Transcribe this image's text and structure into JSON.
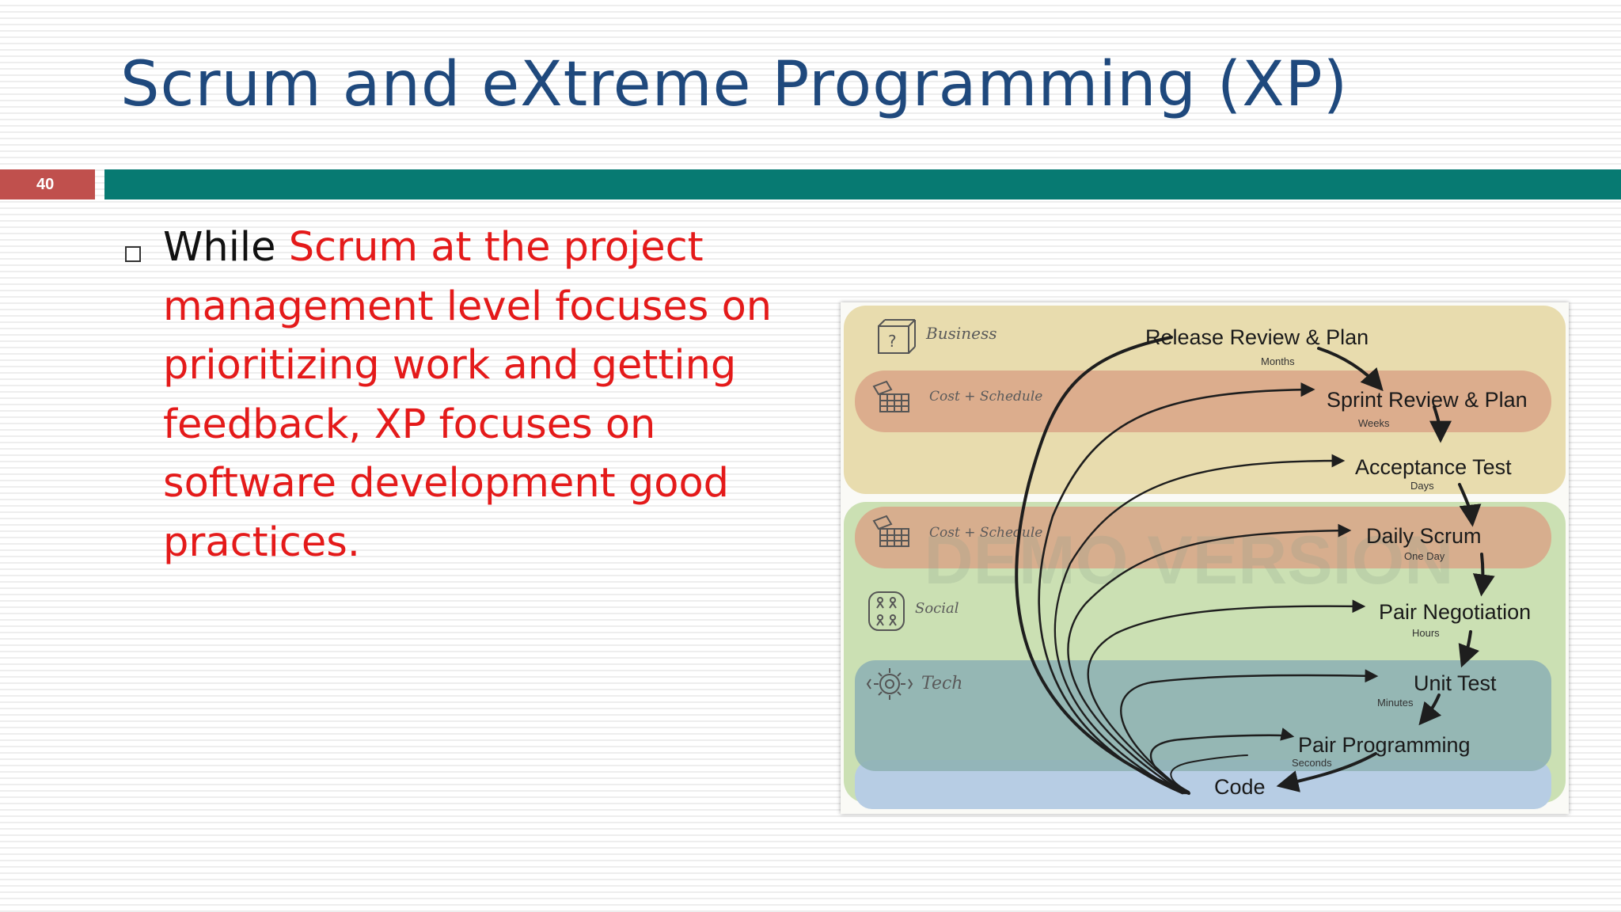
{
  "slide": {
    "title": "Scrum and eXtreme Programming (XP)",
    "number": "40",
    "colors": {
      "title": "#1f497d",
      "accent_bar": "#077a72",
      "number_box": "#c0504d",
      "highlight_text": "#e41a1a"
    },
    "bullet": {
      "lead": "While ",
      "highlight": "Scrum at the project management level focuses on prioritizing work and getting feedback, XP focuses on software development good practices."
    }
  },
  "figure": {
    "watermark": "DEMO VERSION",
    "bands": [
      {
        "label": "Business",
        "icon": "question-board-icon"
      },
      {
        "label": "Cost + Schedule",
        "icon": "calendar-icon"
      },
      {
        "label": "Cost + Schedule",
        "icon": "calendar-icon"
      },
      {
        "label": "Social",
        "icon": "people-icon"
      },
      {
        "label": "Tech",
        "icon": "gear-icon"
      }
    ],
    "steps": [
      {
        "label": "Release Review & Plan",
        "time": "Months"
      },
      {
        "label": "Sprint Review & Plan",
        "time": "Weeks"
      },
      {
        "label": "Acceptance Test",
        "time": "Days"
      },
      {
        "label": "Daily Scrum",
        "time": "One Day"
      },
      {
        "label": "Pair Negotiation",
        "time": "Hours"
      },
      {
        "label": "Unit Test",
        "time": "Minutes"
      },
      {
        "label": "Pair Programming",
        "time": "Seconds"
      },
      {
        "label": "Code",
        "time": ""
      }
    ]
  }
}
